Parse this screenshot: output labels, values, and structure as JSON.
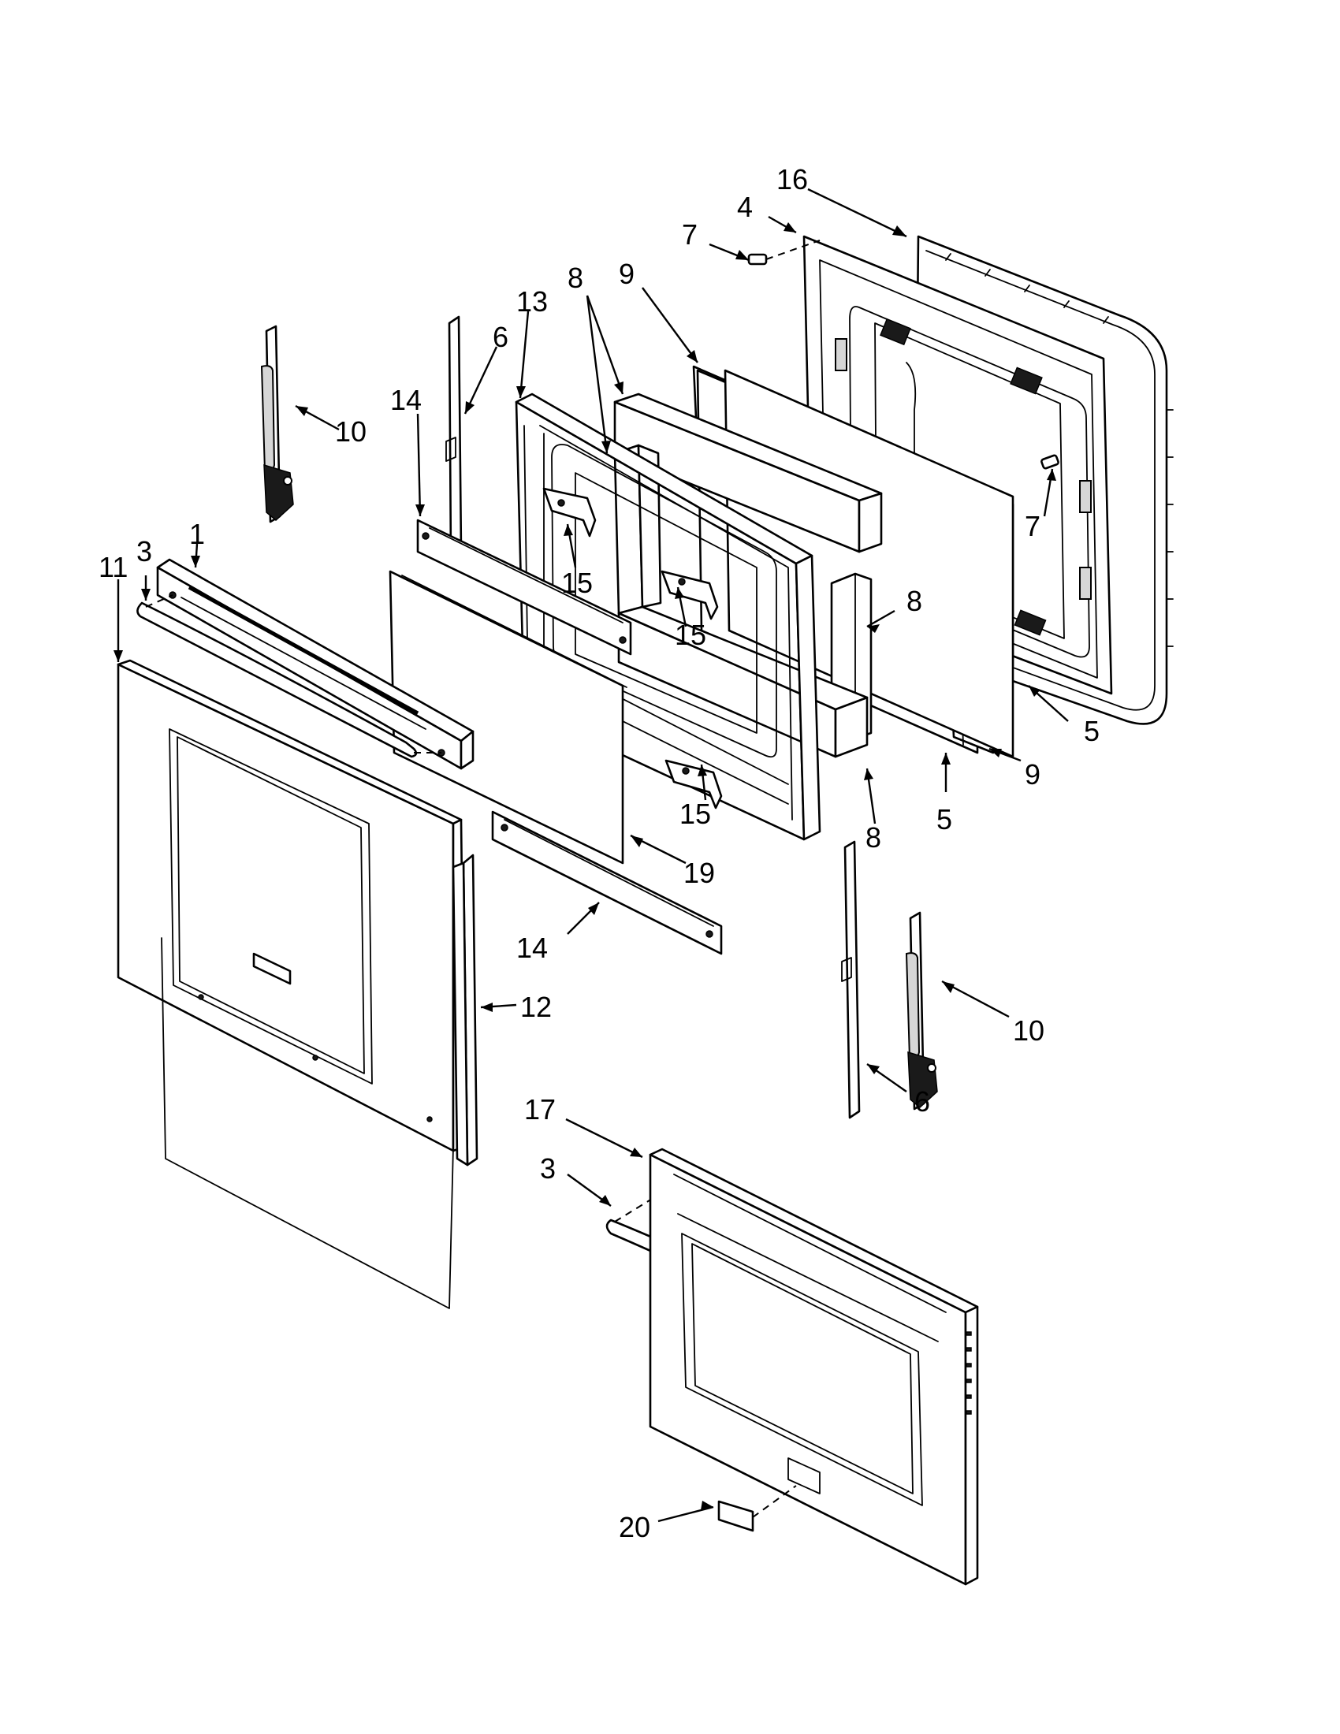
{
  "callouts": [
    {
      "id": "c16a",
      "text": "16"
    },
    {
      "id": "c4",
      "text": "4"
    },
    {
      "id": "c7a",
      "text": "7"
    },
    {
      "id": "c9a",
      "text": "9"
    },
    {
      "id": "c8a",
      "text": "8"
    },
    {
      "id": "c13",
      "text": "13"
    },
    {
      "id": "c6a",
      "text": "6"
    },
    {
      "id": "c14a",
      "text": "14"
    },
    {
      "id": "c10a",
      "text": "10"
    },
    {
      "id": "c1",
      "text": "1"
    },
    {
      "id": "c3a",
      "text": "3"
    },
    {
      "id": "c11",
      "text": "11"
    },
    {
      "id": "c15a",
      "text": "15"
    },
    {
      "id": "c15b",
      "text": "15"
    },
    {
      "id": "c7b",
      "text": "7"
    },
    {
      "id": "c8b",
      "text": "8"
    },
    {
      "id": "c5a",
      "text": "5"
    },
    {
      "id": "c9b",
      "text": "9"
    },
    {
      "id": "c5b",
      "text": "5"
    },
    {
      "id": "c8c",
      "text": "8"
    },
    {
      "id": "c15c",
      "text": "15"
    },
    {
      "id": "c19",
      "text": "19"
    },
    {
      "id": "c14b",
      "text": "14"
    },
    {
      "id": "c12",
      "text": "12"
    },
    {
      "id": "c10b",
      "text": "10"
    },
    {
      "id": "c6b",
      "text": "6"
    },
    {
      "id": "c17",
      "text": "17"
    },
    {
      "id": "c3b",
      "text": "3"
    },
    {
      "id": "c20",
      "text": "20"
    }
  ]
}
